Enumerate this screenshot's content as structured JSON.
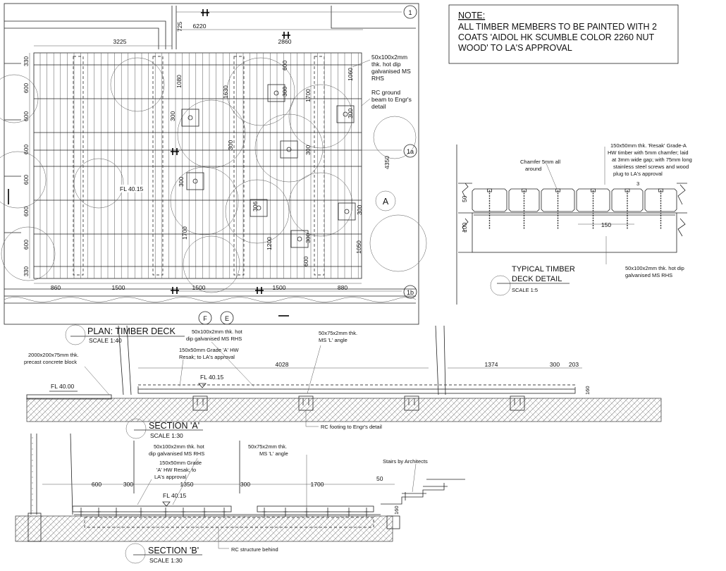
{
  "note": {
    "title": "NOTE:",
    "lines": [
      "ALL TIMBER MEMBERS TO BE PAINTED WITH 2",
      "COATS 'AIDOL HK SCUMBLE COLOR 2260 NUT",
      "WOOD' TO LA'S APPROVAL"
    ]
  },
  "plan": {
    "title": "PLAN: TIMBER DECK",
    "scale": "SCALE 1:40",
    "level": "FL 40.15",
    "grid_labels": {
      "g1": "1",
      "g1a": "1a",
      "g1b": "1b",
      "gF": "F",
      "gE": "E",
      "gA": "A"
    },
    "top_dims": {
      "d3225": "3225",
      "d725": "725",
      "d6220": "6220",
      "d2860": "2860"
    },
    "bottom_dims": [
      "860",
      "1500",
      "1500",
      "1500",
      "880"
    ],
    "left_dims": [
      "330",
      "600",
      "600",
      "600",
      "600",
      "600",
      "600",
      "330"
    ],
    "inner_dims": {
      "d1080": "1080",
      "d300a": "300",
      "d1630": "1630",
      "d600a": "600",
      "d300b": "300",
      "d1700a": "1700",
      "d300c": "300",
      "d1060": "1060",
      "d300d": "300",
      "d300e": "300",
      "d300f": "300",
      "d300g": "300",
      "d4350": "4350",
      "d1700b": "1700",
      "d306": "306",
      "d1200": "1200",
      "d300h": "300",
      "d600b": "600",
      "d1050": "1050",
      "d300i": "300"
    },
    "callouts": {
      "rhs": [
        "50x100x2mm",
        "thk. hot dip",
        "galvanised MS",
        "RHS"
      ],
      "rc": [
        "RC ground",
        "beam to Engr's",
        "detail"
      ]
    }
  },
  "deck_detail": {
    "title": [
      "TYPICAL TIMBER",
      "DECK DETAIL"
    ],
    "scale": "SCALE 1:5",
    "chamfer": [
      "Chamfer 5mm all",
      "around"
    ],
    "timber": [
      "150x50mm thk. 'Resak' Grade-A",
      "HW timber with 5mm chamfer;  laid",
      "at 3mm wide gap; with 75mm long",
      "stainless steel screws and wood",
      "plug to LA's approval"
    ],
    "rhs": [
      "50x100x2mm thk. hot dip",
      "galvanised MS RHS"
    ],
    "dims": {
      "d50": "50",
      "d100": "100",
      "d150": "150",
      "d3": "3"
    }
  },
  "section_a": {
    "title": "SECTION 'A'",
    "scale": "SCALE 1:30",
    "level_deck": "FL 40.15",
    "level_block": "FL 40.00",
    "block": [
      "2000x200x75mm thk.",
      "precast concrete block"
    ],
    "rhs": [
      "50x100x2mm thk. hot",
      "dip galvanised MS RHS"
    ],
    "timber": [
      "150x50mm Grade 'A' HW",
      "Resak; to LA's approval"
    ],
    "angle": [
      "50x75x2mm thk.",
      "MS 'L' angle"
    ],
    "footing": "RC footing to Engr's detail",
    "dims": {
      "d4028": "4028",
      "d1374": "1374",
      "d300": "300",
      "d203": "203",
      "d160": "160"
    }
  },
  "section_b": {
    "title": "SECTION 'B'",
    "scale": "SCALE 1:30",
    "level": "FL 40.15",
    "rhs": [
      "50x100x2mm thk. hot",
      "dip galvanised MS RHS"
    ],
    "timber": [
      "150x50mm Grade",
      "'A' HW Resak; to",
      "LA's approval"
    ],
    "angle": [
      "50x75x2mm thk.",
      "MS 'L' angle"
    ],
    "stairs": "Stairs by Architects",
    "rc": "RC structure behind",
    "dims": {
      "d600": "600",
      "d300a": "300",
      "d1350": "1350",
      "d300b": "300",
      "d1700": "1700",
      "d50": "50",
      "d160": "160"
    }
  }
}
